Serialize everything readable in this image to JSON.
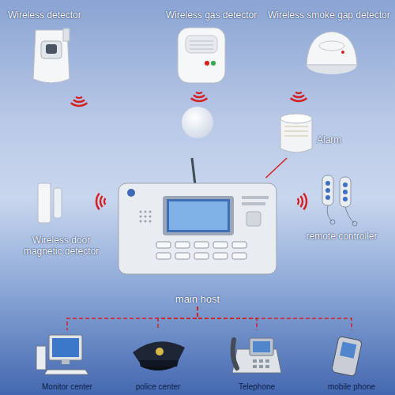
{
  "diagram": {
    "nodes": [
      {
        "text": [
          "Wireless detector"
        ]
      },
      {
        "text": [
          "Wireless gas detector"
        ]
      },
      {
        "text": [
          "Wireless smoke gap detector"
        ]
      },
      {
        "text": [
          "Alarm"
        ]
      },
      {
        "text": [
          "Wireless door magnetic detector"
        ]
      },
      {
        "text": [
          "remote controller"
        ]
      },
      {
        "text": [
          "main host"
        ]
      },
      {
        "text": [
          "Monitor center"
        ]
      },
      {
        "text": [
          "police center"
        ]
      },
      {
        "text": [
          "Telephone"
        ]
      },
      {
        "text": [
          "mobile phone"
        ]
      }
    ],
    "edges": [
      {
        "from": 6,
        "to": 3,
        "arrow": "none"
      },
      {
        "from": 6,
        "to": 7,
        "arrow": "none"
      },
      {
        "from": 6,
        "to": 8,
        "arrow": "none"
      },
      {
        "from": 6,
        "to": 9,
        "arrow": "none"
      },
      {
        "from": 6,
        "to": 10,
        "arrow": "none"
      }
    ]
  }
}
